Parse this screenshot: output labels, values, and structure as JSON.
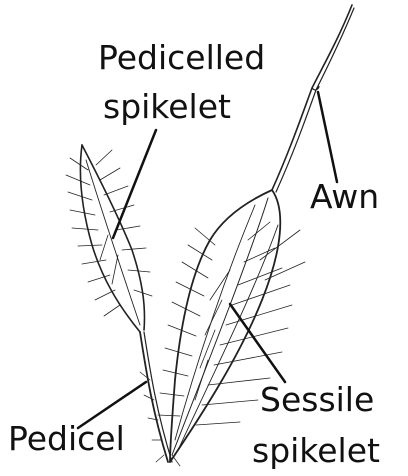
{
  "labels": {
    "pedicelled_line1": "Pedicelled",
    "pedicelled_line2": "spikelet",
    "awn": "Awn",
    "sessile_line1": "Sessile",
    "sessile_line2": "spikelet",
    "pedicel": "Pedicel"
  },
  "colors": {
    "background": "#ffffff",
    "ink": "#111111"
  }
}
